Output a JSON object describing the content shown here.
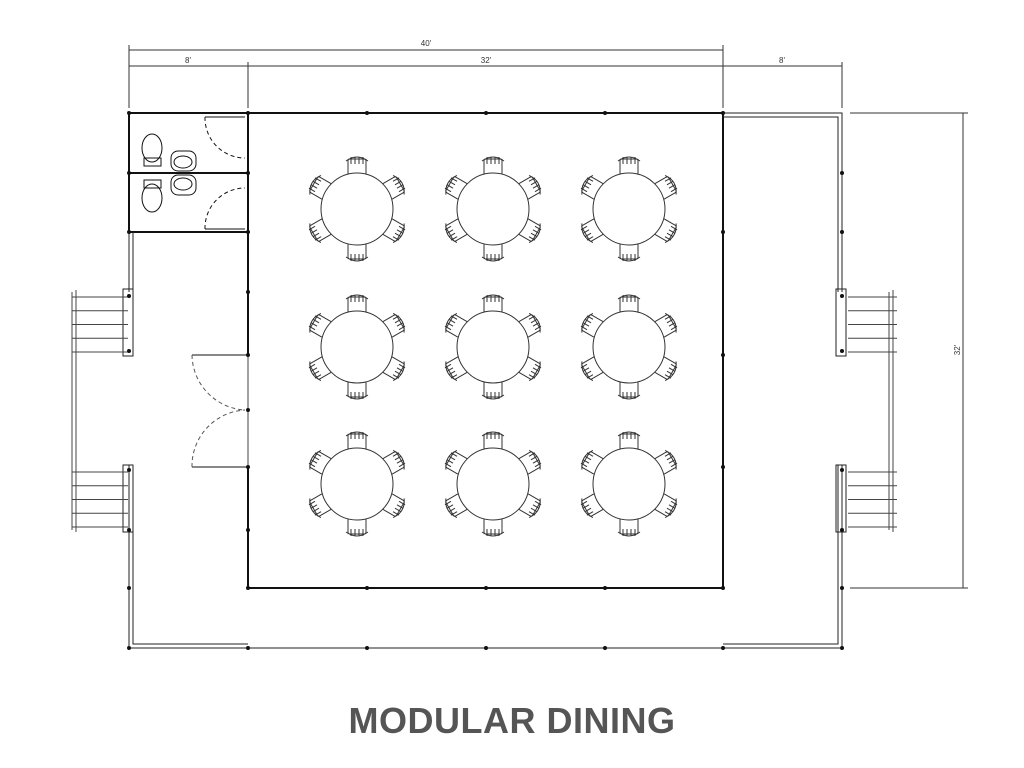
{
  "title": "MODULAR DINING",
  "dimensions": {
    "overall_width": "40'",
    "left_deck": "8'",
    "tent_width": "32'",
    "right_deck": "8'",
    "tent_depth": "32'"
  },
  "layout": {
    "table_rows": 3,
    "table_columns": 3,
    "chairs_per_table": 6,
    "restroom_stalls": 2,
    "stair_sets": 4
  },
  "colors": {
    "line": "#222222",
    "title": "#555555"
  }
}
